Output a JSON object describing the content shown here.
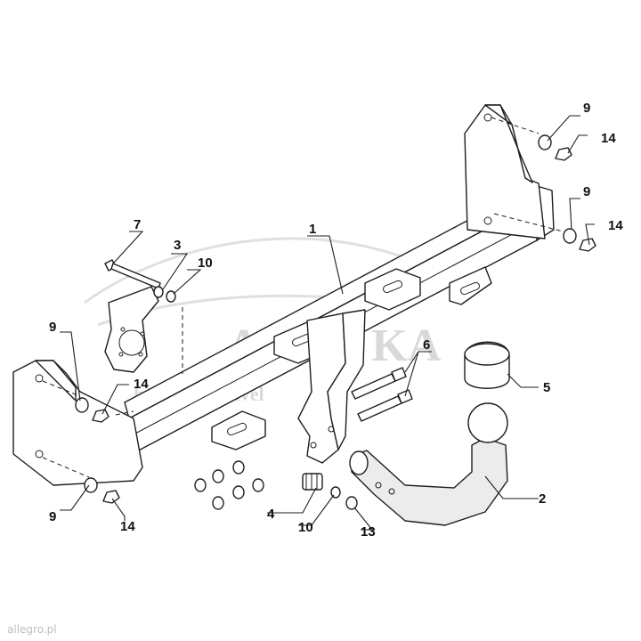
{
  "watermark": {
    "brand": "AUTO KA",
    "tagline": "hack and travel"
  },
  "source_tag": "allegro.pl",
  "callouts": [
    {
      "id": "c1",
      "label": "1"
    },
    {
      "id": "c2",
      "label": "2"
    },
    {
      "id": "c3",
      "label": "3"
    },
    {
      "id": "c4",
      "label": "4"
    },
    {
      "id": "c5",
      "label": "5"
    },
    {
      "id": "c6",
      "label": "6"
    },
    {
      "id": "c7",
      "label": "7"
    },
    {
      "id": "c9a",
      "label": "9"
    },
    {
      "id": "c9b",
      "label": "9"
    },
    {
      "id": "c9c",
      "label": "9"
    },
    {
      "id": "c9d",
      "label": "9"
    },
    {
      "id": "c10a",
      "label": "10"
    },
    {
      "id": "c10b",
      "label": "10"
    },
    {
      "id": "c13",
      "label": "13"
    },
    {
      "id": "c14a",
      "label": "14"
    },
    {
      "id": "c14b",
      "label": "14"
    },
    {
      "id": "c14c",
      "label": "14"
    },
    {
      "id": "c14d",
      "label": "14"
    }
  ],
  "colors": {
    "line": "#1e1e1e",
    "watermark": "#d9d9d9"
  }
}
